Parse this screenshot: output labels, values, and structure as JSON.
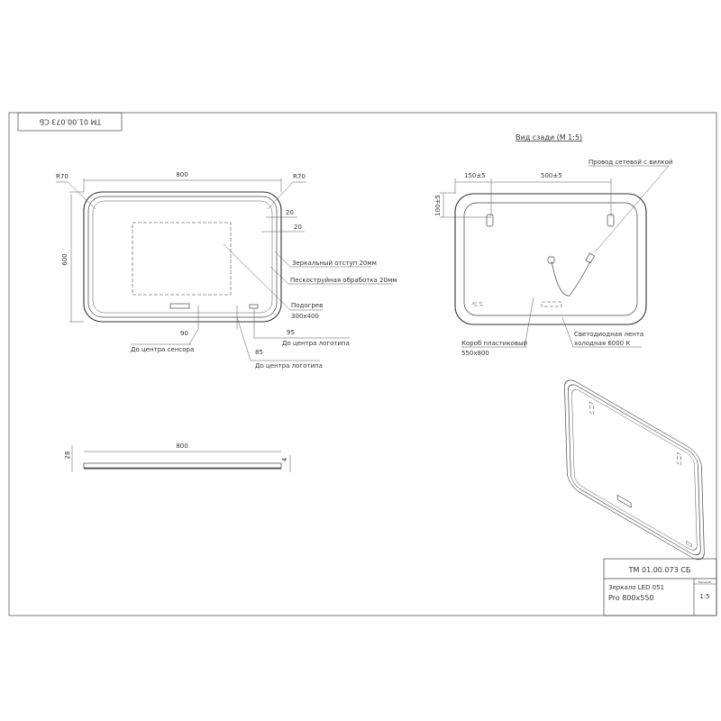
{
  "stamp": {
    "code_rotated": "ТМ 01.00.073 СБ"
  },
  "front_view": {
    "width_dim": "800",
    "height_dim": "600",
    "radius_left": "R70",
    "radius_right": "R70",
    "offset_1": "20",
    "offset_2": "20",
    "mirror_offset_label": "Зеркальный отступ 20мм",
    "sandblast_label": "Пескоструйная обработка 20мм",
    "heater_label": "Подогрев",
    "heater_size": "300x400",
    "sensor_dim": "90",
    "sensor_label": "До центра сенсора",
    "logo_dim_1": "85",
    "logo_label_1": "До центра логотипа",
    "logo_dim_2": "95",
    "logo_label_2": "До центра логотипа"
  },
  "back_view": {
    "title": "Вид сзади (М 1:5)",
    "dim_left": "150±5",
    "dim_center": "500±5",
    "dim_vertical": "100±5",
    "cable_label": "Провод сетевой с вилкой",
    "box_label": "Короб пластиковый",
    "box_size": "550x800",
    "led_label_1": "Светодиодная лента",
    "led_label_2": "холодная 6000 К"
  },
  "side_view": {
    "width_dim": "800",
    "thickness_dim": "28",
    "glass_dim": "4"
  },
  "title_block": {
    "code": "ТМ 01.00.073 СБ",
    "name_1": "Зеркало LED 051",
    "name_2": "Pro 800x550",
    "scale_header": "Масштаб",
    "scale": "1:5"
  }
}
